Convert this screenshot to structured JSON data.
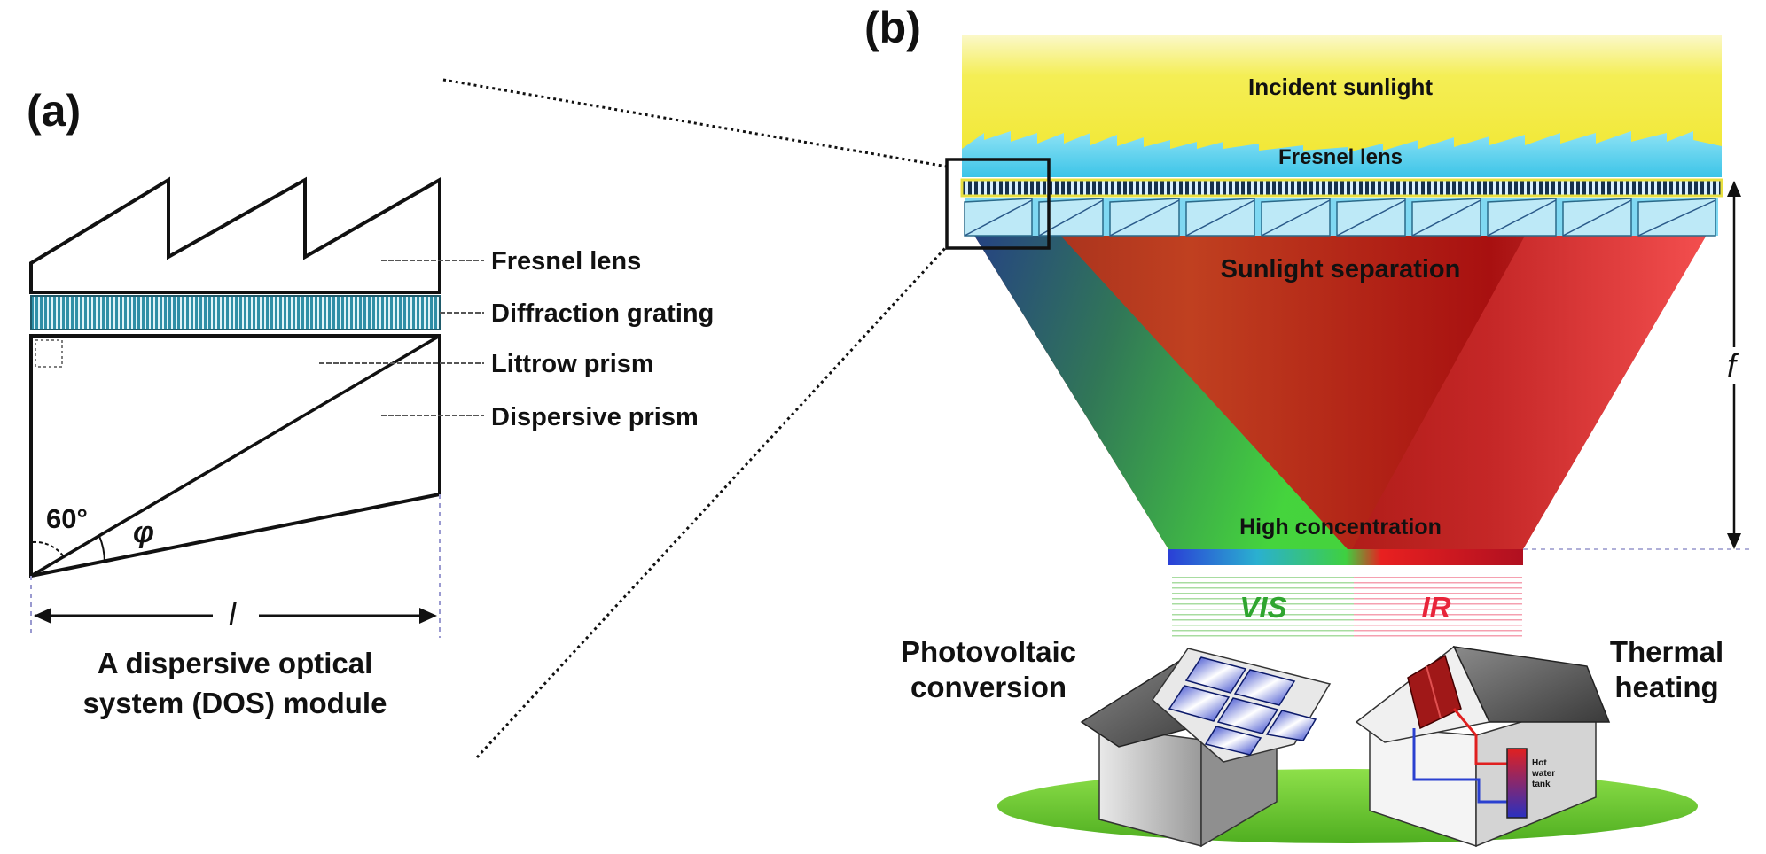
{
  "panel_a": {
    "panel_label": "(a)",
    "labels": {
      "fresnel": "Fresnel lens",
      "grating": "Diffraction grating",
      "littrow": "Littrow prism",
      "dispersive": "Dispersive prism"
    },
    "angle_60": "60°",
    "angle_phi": "φ",
    "length": "l",
    "caption_line1": "A dispersive optical",
    "caption_line2": "system (DOS) module"
  },
  "panel_b": {
    "panel_label": "(b)",
    "incident": "Incident sunlight",
    "fresnel": "Fresnel lens",
    "separation": "Sunlight separation",
    "focal": "f",
    "concentration": "High concentration",
    "vis": "VIS",
    "ir": "IR",
    "pv_line1": "Photovoltaic",
    "pv_line2": "conversion",
    "thermal_line1": "Thermal",
    "thermal_line2": "heating",
    "tank_line1": "Hot",
    "tank_line2": "water",
    "tank_line3": "tank"
  },
  "colors": {
    "sun_yellow": "#f2ea3a",
    "fresnel_cyan": "#5ad2ee",
    "beam_red": "#b01818",
    "beam_blue": "#1f4fa8",
    "vis_green": "#2fa52f",
    "ir_red": "#e8243a",
    "lawn_green": "#6fce2c"
  }
}
